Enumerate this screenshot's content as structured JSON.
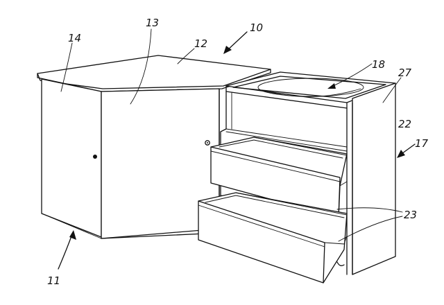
{
  "colors": {
    "ink": "#111111",
    "paper": "#ffffff"
  },
  "references": {
    "r10": "10",
    "r11": "11",
    "r12": "12",
    "r13": "13",
    "r14": "14",
    "r17": "17",
    "r18": "18",
    "r22": "22",
    "r23": "23",
    "r27": "27"
  }
}
